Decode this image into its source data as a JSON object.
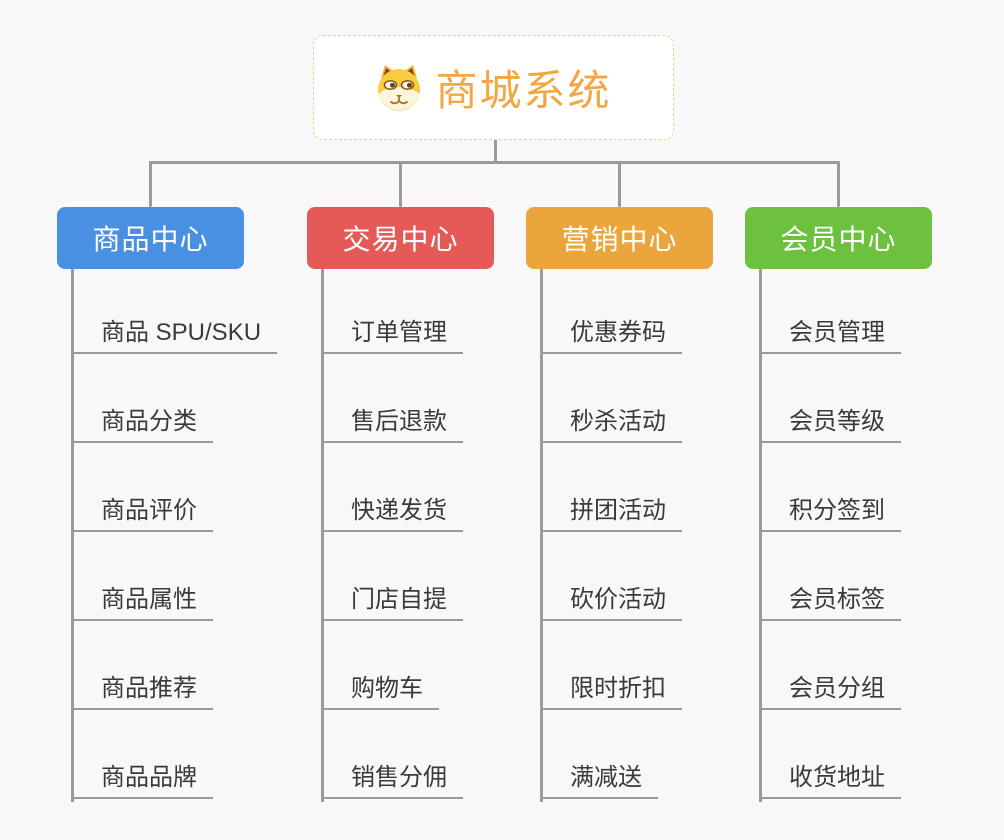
{
  "root": {
    "title": "商城系统",
    "icon": "doge-icon",
    "title_color": "#f2a644",
    "border_color": "#f3cf8e"
  },
  "connector_color": "#9a9a9a",
  "background_color": "#f8f8f8",
  "branches": [
    {
      "label": "商品中心",
      "color": "#4a90e2",
      "items": [
        "商品 SPU/SKU",
        "商品分类",
        "商品评价",
        "商品属性",
        "商品推荐",
        "商品品牌"
      ]
    },
    {
      "label": "交易中心",
      "color": "#e55a57",
      "items": [
        "订单管理",
        "售后退款",
        "快递发货",
        "门店自提",
        "购物车",
        "销售分佣"
      ]
    },
    {
      "label": "营销中心",
      "color": "#eaa63c",
      "items": [
        "优惠券码",
        "秒杀活动",
        "拼团活动",
        "砍价活动",
        "限时折扣",
        "满减送"
      ]
    },
    {
      "label": "会员中心",
      "color": "#6cc13f",
      "items": [
        "会员管理",
        "会员等级",
        "积分签到",
        "会员标签",
        "会员分组",
        "收货地址"
      ]
    }
  ]
}
